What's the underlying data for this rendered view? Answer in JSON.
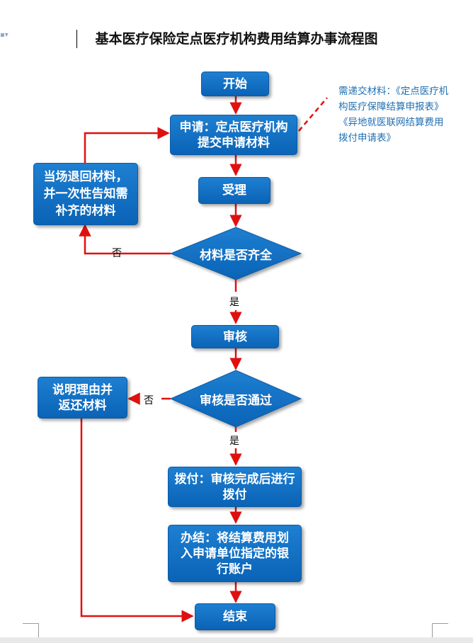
{
  "title": "基本医疗保险定点医疗机构费用结算办事流程图",
  "nodes": {
    "start": "开始",
    "apply": "申请：定点医疗机构提交申请材料",
    "accept": "受理",
    "return_materials": "当场退回材料，并一次性告知需补齐的材料",
    "materials_complete": "材料是否齐全",
    "review": "审核",
    "explain_return": "说明理由并返还材料",
    "review_passed": "审核是否通过",
    "allocate": "拨付：审核完成后进行拨付",
    "settle": "办结：将结算费用划入申请单位指定的银行账户",
    "end": "结束"
  },
  "labels": {
    "no": "否",
    "yes": "是"
  },
  "note": "需递交材料：《定点医疗机构医疗保障结算申报表》《异地就医联网结算费用拨付申请表》",
  "colors": {
    "node_fill": "#0a6ac0",
    "arrow": "#e01010",
    "note_text": "#1f6fb2"
  }
}
